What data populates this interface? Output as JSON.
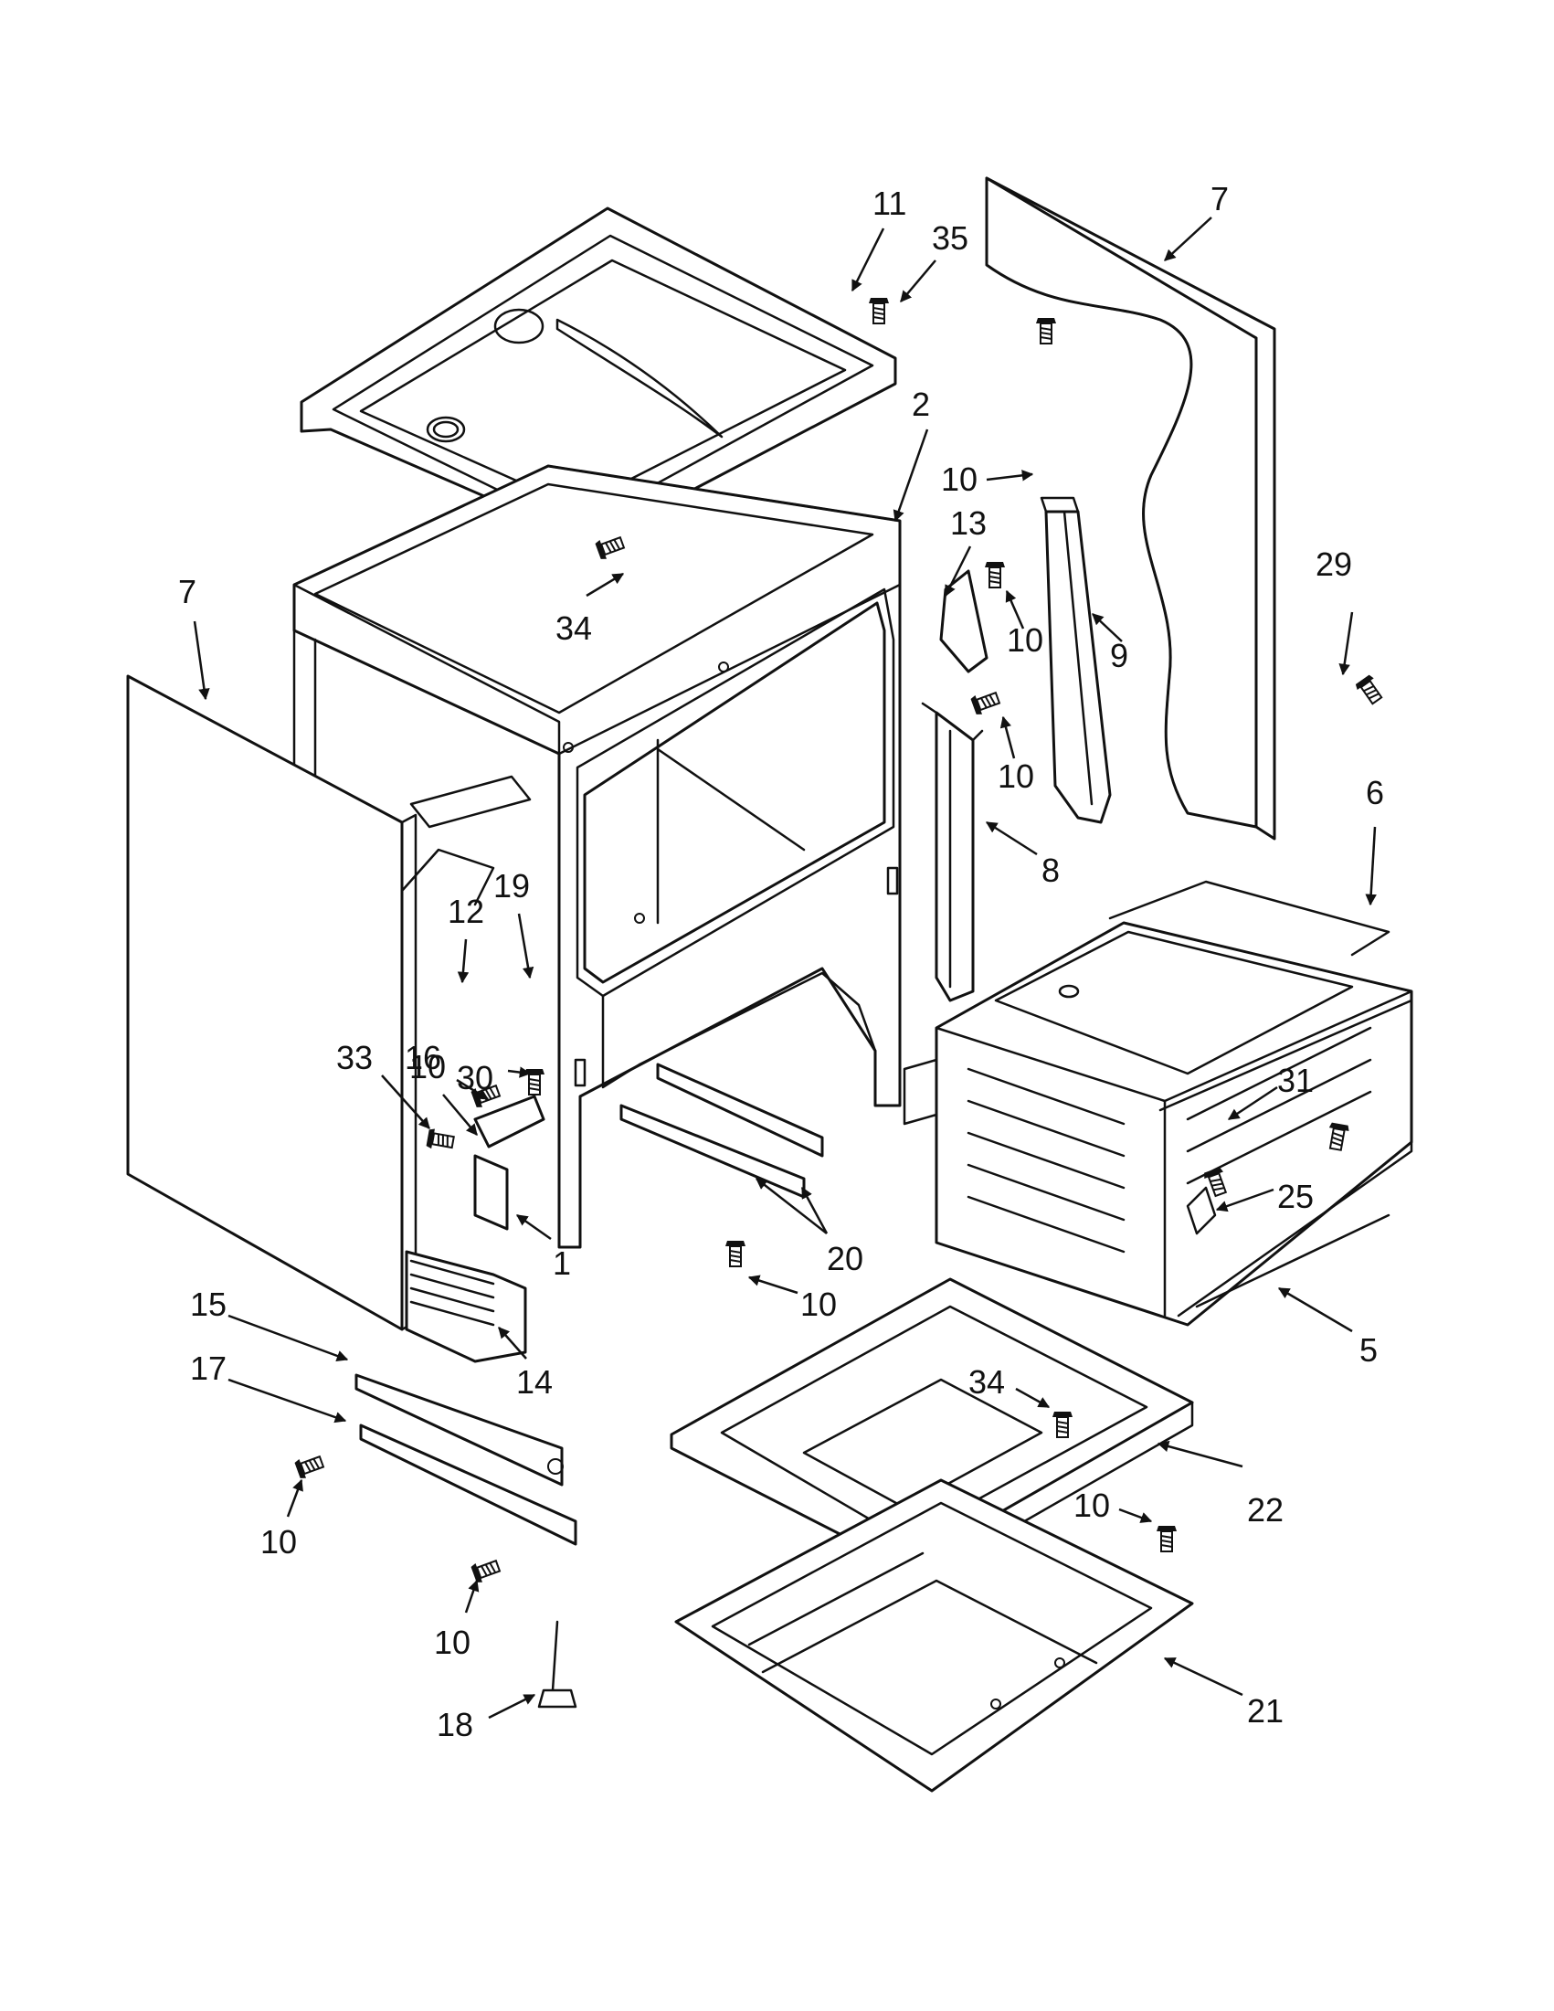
{
  "callouts": [
    {
      "label": "11"
    },
    {
      "label": "35"
    },
    {
      "label": "7"
    },
    {
      "label": "2"
    },
    {
      "label": "10"
    },
    {
      "label": "13"
    },
    {
      "label": "29"
    },
    {
      "label": "34"
    },
    {
      "label": "10"
    },
    {
      "label": "9"
    },
    {
      "label": "7"
    },
    {
      "label": "10"
    },
    {
      "label": "6"
    },
    {
      "label": "8"
    },
    {
      "label": "19"
    },
    {
      "label": "12"
    },
    {
      "label": "10"
    },
    {
      "label": "33"
    },
    {
      "label": "16"
    },
    {
      "label": "30"
    },
    {
      "label": "31"
    },
    {
      "label": "25"
    },
    {
      "label": "20"
    },
    {
      "label": "1"
    },
    {
      "label": "10"
    },
    {
      "label": "5"
    },
    {
      "label": "15"
    },
    {
      "label": "14"
    },
    {
      "label": "17"
    },
    {
      "label": "34"
    },
    {
      "label": "10"
    },
    {
      "label": "22"
    },
    {
      "label": "10"
    },
    {
      "label": "10"
    },
    {
      "label": "18"
    },
    {
      "label": "21"
    }
  ]
}
